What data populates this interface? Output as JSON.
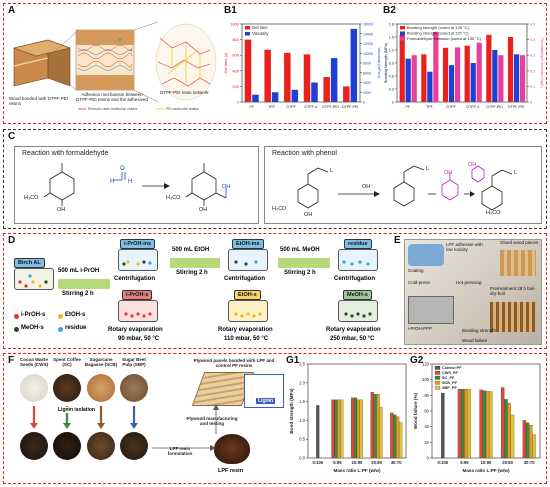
{
  "panels": {
    "A": {
      "label": "A",
      "caption_left": "Wood bonded with DTPF-PEI resins",
      "caption_mid": "Adhesion mechanism between DTPF-PEI resins and the adhesived",
      "caption_right": "DTPF-PEI resin network",
      "legend_1": "Phenolic resin molecular chains",
      "legend_2": "PEI molecular chains"
    },
    "B1": {
      "label": "B1",
      "legend_gel": "Gel time",
      "legend_visc": "Viscosity",
      "ylabel_left": "Gel time (s)",
      "ylabel_right": "Viscosity (mPa·s)"
    },
    "B2": {
      "label": "B2",
      "legend_1": "Bonding strength (cured at 135 °C)",
      "legend_2": "Bonding strength (cured at 115 °C)",
      "legend_3": "Formaldehyde emission (cured at 135 °C)",
      "ylabel_left": "Bonding strength (MPa)",
      "ylabel_right": "Formaldehyde emission (mg/L)"
    },
    "C": {
      "label": "C",
      "title_left": "Reaction with formaldehyde",
      "title_right": "Reaction with phenol",
      "ome": "H₃CO",
      "oh": "OH",
      "oh_minus": "OH⁻",
      "l": "L"
    },
    "D": {
      "label": "D",
      "birch": "Birch AL",
      "step1_solvent": "500 mL i-PrOH",
      "step1_stir": "Stirring 2 h",
      "ipr_ins": "i-PrOH-ins",
      "ipr_s": "i-PrOH-s",
      "centrifugation": "Centrifugation",
      "rot1": "Rotary evaporation",
      "rot1_cond": "90 mbar, 50 °C",
      "step2_solvent": "500 mL EtOH",
      "step2_stir": "Stirring 2 h",
      "etoh_ins": "EtOH-ins",
      "etoh_s": "EtOH-s",
      "rot2": "Rotary evaporation",
      "rot2_cond": "110 mbar, 50 °C",
      "step3_solvent": "500 mL MeOH",
      "step3_stir": "Stirring 2 h",
      "residue_tag": "residue",
      "meoh_s": "MeOH-s",
      "rot3": "Rotary evaporation",
      "rot3_cond": "250 mbar, 50 °C",
      "legend_ipr": "i-PrOH-s",
      "legend_etoh": "EtOH-s",
      "legend_meoh": "MeOH-s",
      "legend_residue": "residue"
    },
    "E": {
      "label": "E",
      "adhesive": "LPF adhesive with low toxicity",
      "coating": "Coating",
      "cold_press": "Cold-press",
      "hot_press": "Hot-pressing",
      "glued": "Glued wood pieces",
      "pretreat": "Pretreatment 28 h boil-dry-boil",
      "bonding": "Bonding strength",
      "wood_failure": "Wood failure",
      "product": "i-PrOH-PFP"
    },
    "F": {
      "label": "F",
      "src1": "Cocoa Waste Seeds (CWS)",
      "src2": "Spent Coffee (SC)",
      "src3": "Sugarcane Bagasse (SCB)",
      "src4": "Sugar Beet Pulp (SBP)",
      "lignin_isolation": "Lignin isolation",
      "plywood_title": "Plywood panels bonded with LPF and control PF resins",
      "manufacturing": "Plywood manufacturing and testing",
      "formulation": "LPF resin formulation",
      "lpf_resin": "LPF resin",
      "lignin": "Lignin"
    },
    "G1": {
      "label": "G1",
      "ylabel": "Bond strength (MPa)",
      "xlabel": "Mass ratio L:PF (w/w)"
    },
    "G2": {
      "label": "G2",
      "ylabel": "Wood failure (%)",
      "xlabel": "Mass ratio L:PF (w/w)"
    }
  },
  "colors": {
    "red": "#e8211d",
    "blue": "#1f3fd6",
    "magenta": "#e83f9a",
    "frame_red": "#d22222",
    "frame_dark": "#333333"
  },
  "chart_data": [
    {
      "id": "B1",
      "type": "bar",
      "categories": [
        "PF",
        "TPF",
        "DTPF",
        "DTPF-4",
        "DTPF-PEI",
        "DTPF-PEI"
      ],
      "series": [
        {
          "name": "Gel time",
          "values": [
            800,
            670,
            630,
            610,
            320,
            200
          ]
        },
        {
          "name": "Viscosity",
          "values": [
            1500,
            2000,
            2500,
            4000,
            9000,
            15000
          ]
        }
      ],
      "ylim": [
        0,
        1000
      ],
      "y2lim": [
        0,
        16000
      ],
      "yticks": [
        0,
        200,
        400,
        600,
        800,
        1000
      ],
      "y2ticks": [
        0,
        2000,
        4000,
        6000,
        8000,
        10000,
        12000,
        14000,
        16000
      ]
    },
    {
      "id": "B2",
      "type": "bar",
      "categories": [
        "PF",
        "TPF",
        "DTPF",
        "DTPF-4",
        "DTPF-PEI",
        "DTPF-PEI"
      ],
      "series": [
        {
          "name": "Bonding strength (cured at 135 °C)",
          "values": [
            1.55,
            1.1,
            1.25,
            1.3,
            1.55,
            1.5
          ]
        },
        {
          "name": "Bonding strength (cured at 115 °C)",
          "values": [
            1.0,
            0.7,
            0.85,
            0.9,
            1.2,
            1.1
          ]
        },
        {
          "name": "Formaldehyde emission (cured at 135 °C)",
          "values": [
            0.3,
            0.45,
            0.35,
            0.38,
            0.3,
            0.3
          ]
        }
      ],
      "ylim": [
        0,
        1.8
      ],
      "y2lim": [
        0,
        0.5
      ]
    },
    {
      "id": "G1",
      "type": "bar",
      "categories": [
        "0:100",
        "5:95",
        "10:90",
        "20:80",
        "30:70"
      ],
      "series": [
        {
          "name": "Control PF",
          "values": [
            1.4,
            null,
            null,
            null,
            null
          ]
        },
        {
          "name": "CWS_PF",
          "values": [
            null,
            1.55,
            1.6,
            1.75,
            1.2
          ]
        },
        {
          "name": "SC_PF",
          "values": [
            null,
            1.55,
            1.6,
            1.7,
            1.15
          ]
        },
        {
          "name": "SCB_PF",
          "values": [
            null,
            1.55,
            1.55,
            1.7,
            1.1
          ]
        },
        {
          "name": "SBP_PF",
          "values": [
            null,
            1.55,
            1.55,
            1.35,
            0.95
          ]
        }
      ],
      "ylim": [
        0,
        2.5
      ],
      "yticks": [
        0,
        0.5,
        1.0,
        1.5,
        2.0,
        2.5
      ]
    },
    {
      "id": "G2",
      "type": "bar",
      "categories": [
        "0:100",
        "5:95",
        "10:90",
        "20:80",
        "30:70"
      ],
      "series": [
        {
          "name": "Control PF",
          "values": [
            83,
            null,
            null,
            null,
            null
          ]
        },
        {
          "name": "CWS_PF",
          "values": [
            null,
            88,
            87,
            90,
            48
          ]
        },
        {
          "name": "SC_PF",
          "values": [
            null,
            88,
            86,
            75,
            45
          ]
        },
        {
          "name": "SCB_PF",
          "values": [
            null,
            88,
            85,
            70,
            42
          ]
        },
        {
          "name": "SBP_PF",
          "values": [
            null,
            88,
            85,
            55,
            30
          ]
        }
      ],
      "ylim": [
        0,
        120
      ],
      "yticks": [
        0,
        20,
        40,
        60,
        80,
        100,
        120
      ]
    }
  ]
}
